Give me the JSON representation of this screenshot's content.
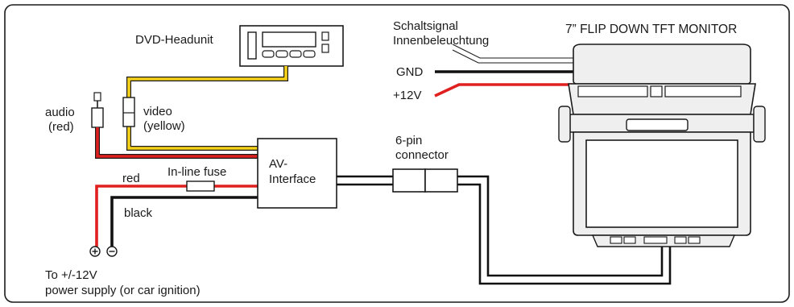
{
  "labels": {
    "dvd_headunit": "DVD-Headunit",
    "audio": "audio",
    "audio_color": "(red)",
    "video": "video",
    "video_color": "(yellow)",
    "av_interface_line1": "AV-",
    "av_interface_line2": "Interface",
    "inline_fuse": "In-line fuse",
    "red": "red",
    "black": "black",
    "six_pin_line1": "6-pin",
    "six_pin_line2": "connector",
    "schaltsignal": "Schaltsignal",
    "innenbeleuchtung": "Innenbeleuchtung",
    "gnd": "GND",
    "plus12v": "+12V",
    "monitor_title": "7” FLIP DOWN TFT MONITOR",
    "power_line1": "To +/-12V",
    "power_line2": "power supply (or car ignition)",
    "plus_symbol": "+",
    "minus_symbol": "−"
  },
  "colors": {
    "red_wire": "#e0201e",
    "yellow_wire": "#f6d21a",
    "black_wire": "#111111",
    "outline": "#1a1a1a",
    "monitor_fill": "#efefef"
  }
}
